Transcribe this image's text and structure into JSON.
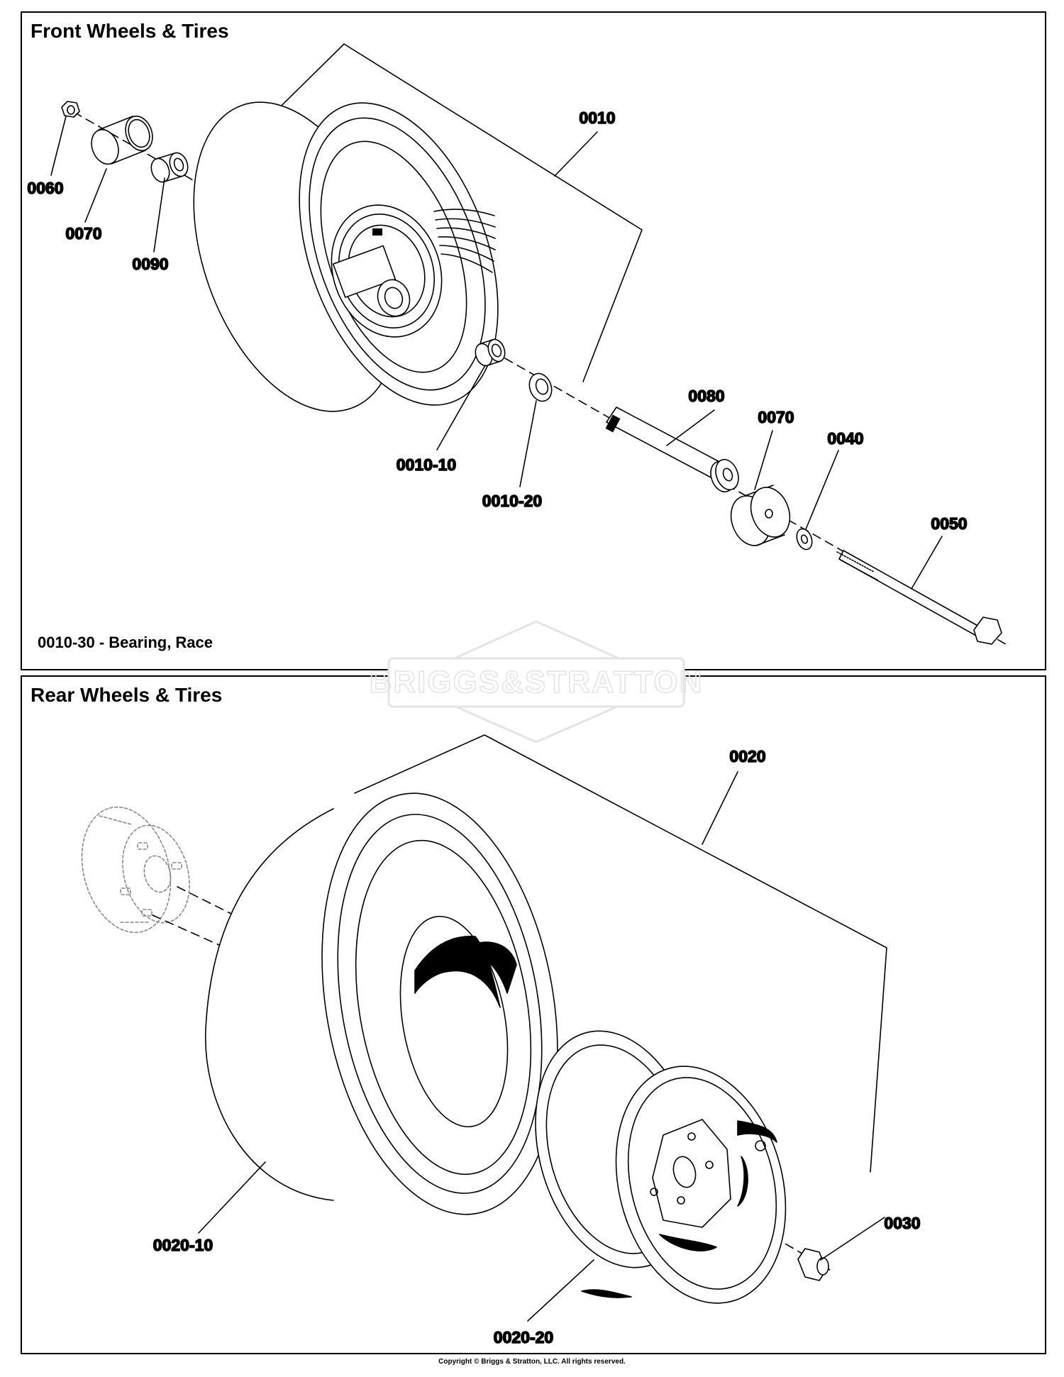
{
  "front": {
    "title": "Front Wheels & Tires",
    "note": "0010-30  -  Bearing, Race",
    "callouts": [
      "0010",
      "0060",
      "0070",
      "0090",
      "0010-10",
      "0010-20",
      "0080",
      "0070",
      "0040",
      "0050"
    ]
  },
  "rear": {
    "title": "Rear Wheels & Tires",
    "callouts": [
      "0020",
      "0020-10",
      "0020-20",
      "0030"
    ]
  },
  "watermark": "BRIGGS&STRATTON",
  "copyright": "Copyright © Briggs & Stratton, LLC. All rights reserved."
}
